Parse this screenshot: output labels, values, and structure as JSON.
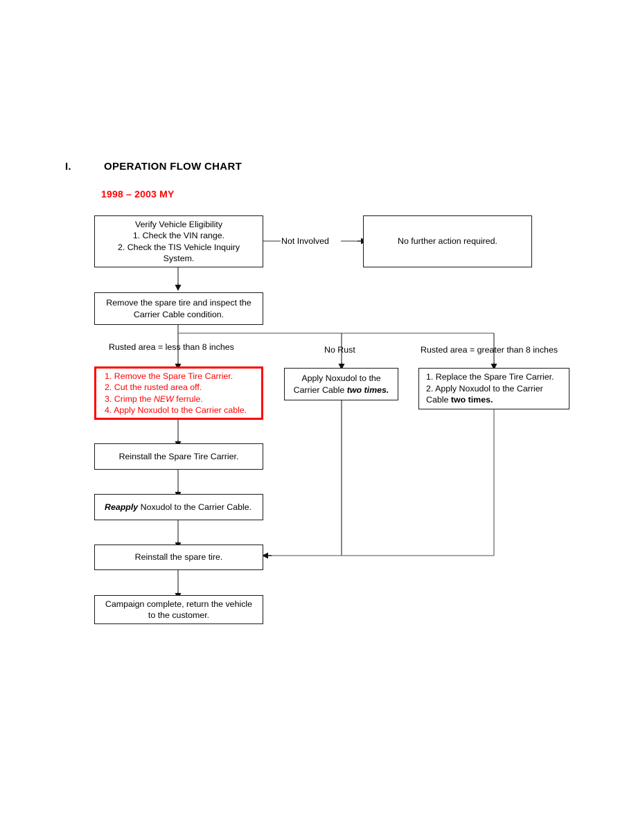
{
  "heading": {
    "number": "I.",
    "title": "OPERATION FLOW CHART",
    "subtitle": "1998 – 2003 MY",
    "subtitle_color": "#ff0000"
  },
  "flowchart": {
    "type": "flowchart",
    "nodes": [
      {
        "id": "verify",
        "lines": [
          "Verify Vehicle Eligibility",
          "1. Check the VIN range.",
          "2. Check the TIS Vehicle Inquiry",
          "System."
        ],
        "style": "black"
      },
      {
        "id": "no-action",
        "lines": [
          "No further action required."
        ],
        "style": "black"
      },
      {
        "id": "remove-inspect",
        "lines": [
          "Remove the spare tire and inspect the",
          "Carrier Cable condition."
        ],
        "style": "black"
      },
      {
        "id": "repair-steps",
        "lines": [
          "1. Remove the Spare Tire Carrier.",
          "2. Cut the rusted area off.",
          "3. Crimp the NEW ferrule.",
          "4. Apply Noxudol to the Carrier cable."
        ],
        "style": "red",
        "emphasis": {
          "italic": [
            "NEW"
          ]
        }
      },
      {
        "id": "apply-noxudol",
        "lines": [
          "Apply Noxudol to the",
          "Carrier Cable two times."
        ],
        "style": "black",
        "emphasis": {
          "bold_italic": [
            "two times."
          ]
        }
      },
      {
        "id": "replace-steps",
        "lines": [
          "1. Replace the Spare Tire Carrier.",
          "2. Apply Noxudol to the Carrier",
          "Cable two times."
        ],
        "style": "black",
        "emphasis": {
          "bold": [
            "two times."
          ]
        }
      },
      {
        "id": "reinstall-carrier",
        "lines": [
          "Reinstall the Spare Tire Carrier."
        ],
        "style": "black"
      },
      {
        "id": "reapply",
        "lines": [
          "Reapply Noxudol to the Carrier Cable."
        ],
        "style": "black",
        "emphasis": {
          "bold_italic": [
            "Reapply"
          ]
        }
      },
      {
        "id": "reinstall-tire",
        "lines": [
          "Reinstall the spare tire."
        ],
        "style": "black"
      },
      {
        "id": "complete",
        "lines": [
          "Campaign complete, return the vehicle",
          "to the customer."
        ],
        "style": "black"
      }
    ],
    "edge_labels": {
      "not_involved": "Not Involved",
      "branch_left": "Rusted area = less than 8 inches",
      "branch_middle": "No Rust",
      "branch_right": "Rusted area = greater than 8 inches"
    }
  },
  "text": {
    "verify_l1": "Verify Vehicle Eligibility",
    "verify_l2": "1. Check the VIN range.",
    "verify_l3": "2. Check the TIS Vehicle Inquiry",
    "verify_l4": "System.",
    "no_action": "No further action required.",
    "remove_l1": "Remove the spare tire and inspect the",
    "remove_l2": "Carrier Cable condition.",
    "repair_1": "1. Remove the Spare Tire Carrier.",
    "repair_2": "2. Cut the rusted area off.",
    "repair_3a": "3. Crimp the ",
    "repair_3b": "NEW",
    "repair_3c": " ferrule.",
    "repair_4": "4. Apply Noxudol to the Carrier cable.",
    "noxudol_l1": "Apply Noxudol to the",
    "noxudol_l2a": "Carrier Cable ",
    "noxudol_l2b": "two times.",
    "replace_1": "1. Replace the Spare Tire Carrier.",
    "replace_2": "2. Apply Noxudol to the Carrier",
    "replace_3a": "Cable ",
    "replace_3b": "two times.",
    "reinstall_carrier": "Reinstall the Spare Tire Carrier.",
    "reapply_a": "Reapply",
    "reapply_b": " Noxudol to the Carrier Cable.",
    "reinstall_tire": "Reinstall the spare tire.",
    "complete_l1": "Campaign complete, return the vehicle",
    "complete_l2": "to the customer.",
    "not_involved": "Not Involved",
    "branch_left": "Rusted area = less than 8 inches",
    "branch_middle": "No Rust",
    "branch_right": "Rusted area = greater than 8 inches"
  }
}
